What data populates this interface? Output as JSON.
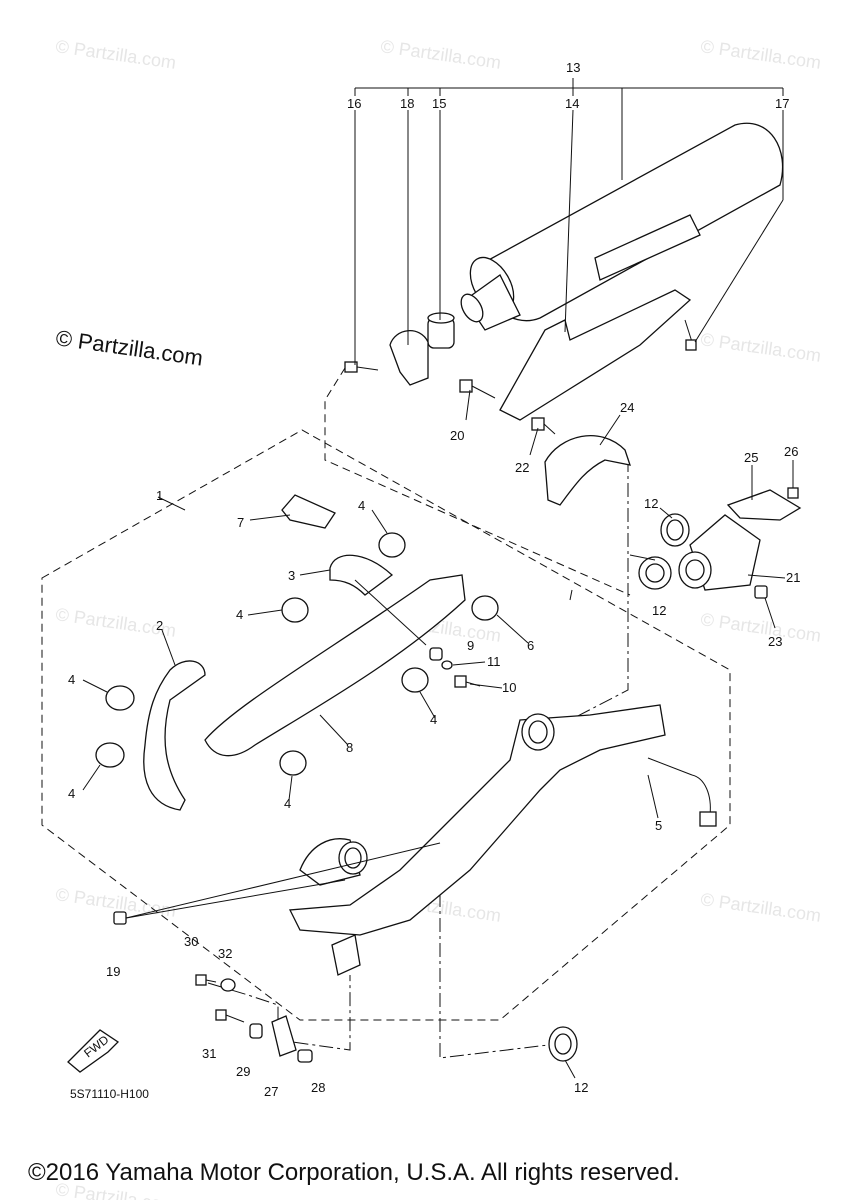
{
  "diagram": {
    "brand_mark": "© Partzilla.com",
    "watermark_text": "© Partzilla.com",
    "diagram_code": "5S71110-H100",
    "fwd_label": "FWD",
    "copyright": "©2016 Yamaha Motor Corporation, U.S.A. All rights reserved.",
    "callouts": [
      "13",
      "16",
      "18",
      "15",
      "14",
      "17",
      "20",
      "22",
      "24",
      "25",
      "26",
      "1",
      "12",
      "21",
      "23",
      "7",
      "3",
      "4",
      "2",
      "9",
      "11",
      "10",
      "6",
      "8",
      "5",
      "19",
      "30",
      "32",
      "31",
      "29",
      "27",
      "28"
    ]
  }
}
